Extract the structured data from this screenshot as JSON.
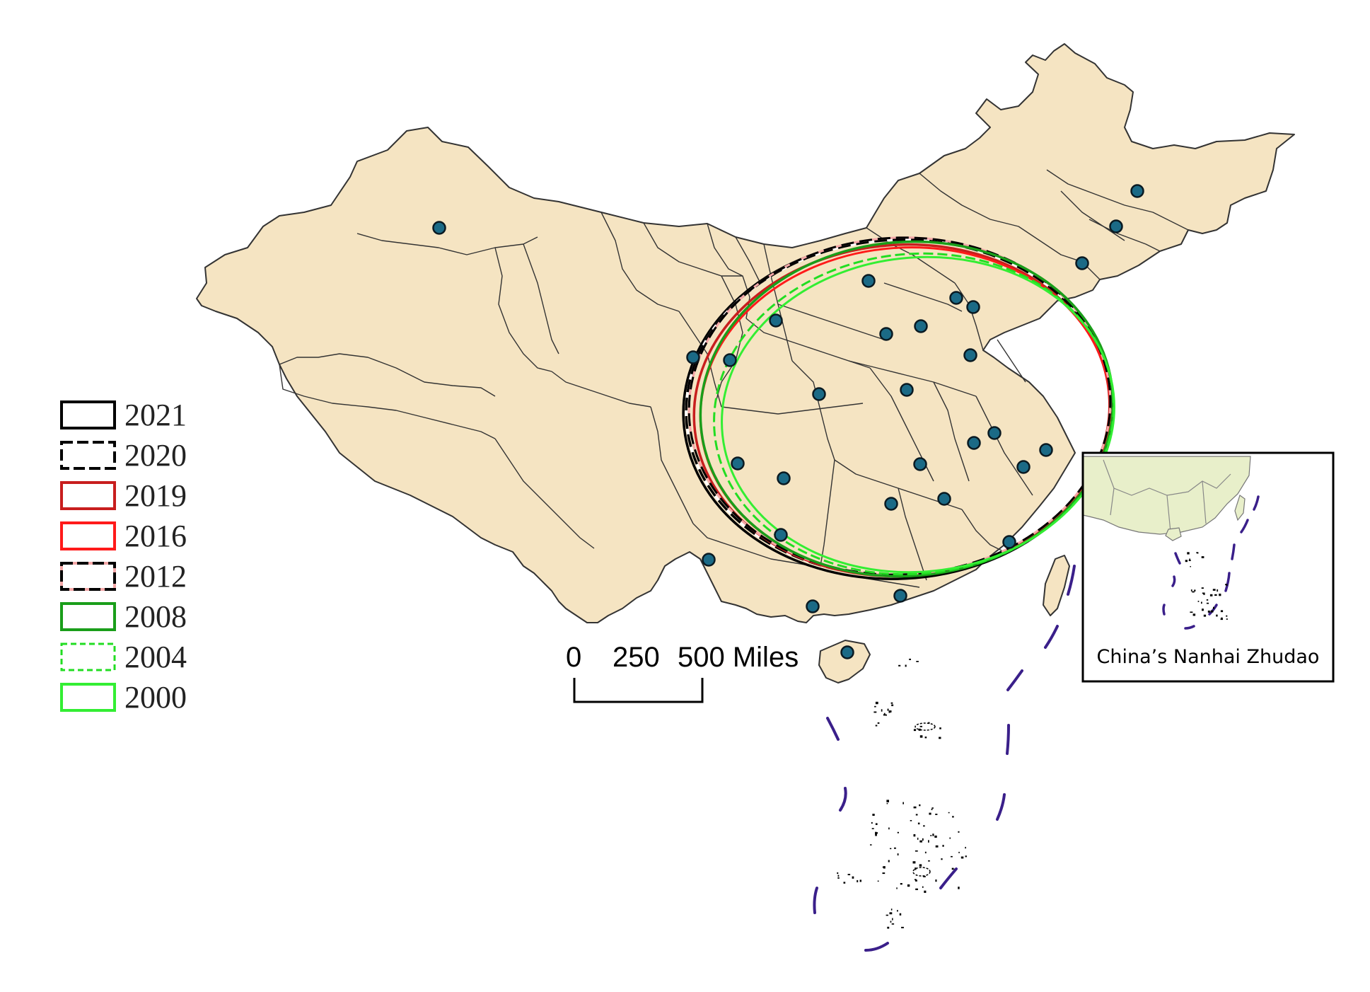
{
  "legend": {
    "items": [
      {
        "year": "2021",
        "stroke": "#000000",
        "style": "solid"
      },
      {
        "year": "2020",
        "stroke": "#000000",
        "style": "dash-white"
      },
      {
        "year": "2019",
        "stroke": "#c81e1e",
        "style": "solid"
      },
      {
        "year": "2016",
        "stroke": "#ff1a1a",
        "style": "solid"
      },
      {
        "year": "2012",
        "stroke": "#000000",
        "style": "dash-pink"
      },
      {
        "year": "2008",
        "stroke": "#1a9e1a",
        "style": "solid"
      },
      {
        "year": "2004",
        "stroke": "#22dd22",
        "style": "dashed"
      },
      {
        "year": "2000",
        "stroke": "#33ee33",
        "style": "solid"
      }
    ]
  },
  "scale_bar": {
    "labels": [
      "0",
      "250",
      "500 Miles"
    ]
  },
  "inset": {
    "caption": "China’s Nanhai Zhudao"
  },
  "colors": {
    "land": "#f5e4c2",
    "border": "#333333",
    "point_fill": "#1b6a86",
    "point_stroke": "#0a1a22",
    "inset_land": "#e8efca",
    "dash_line": "#3a1f8a"
  }
}
